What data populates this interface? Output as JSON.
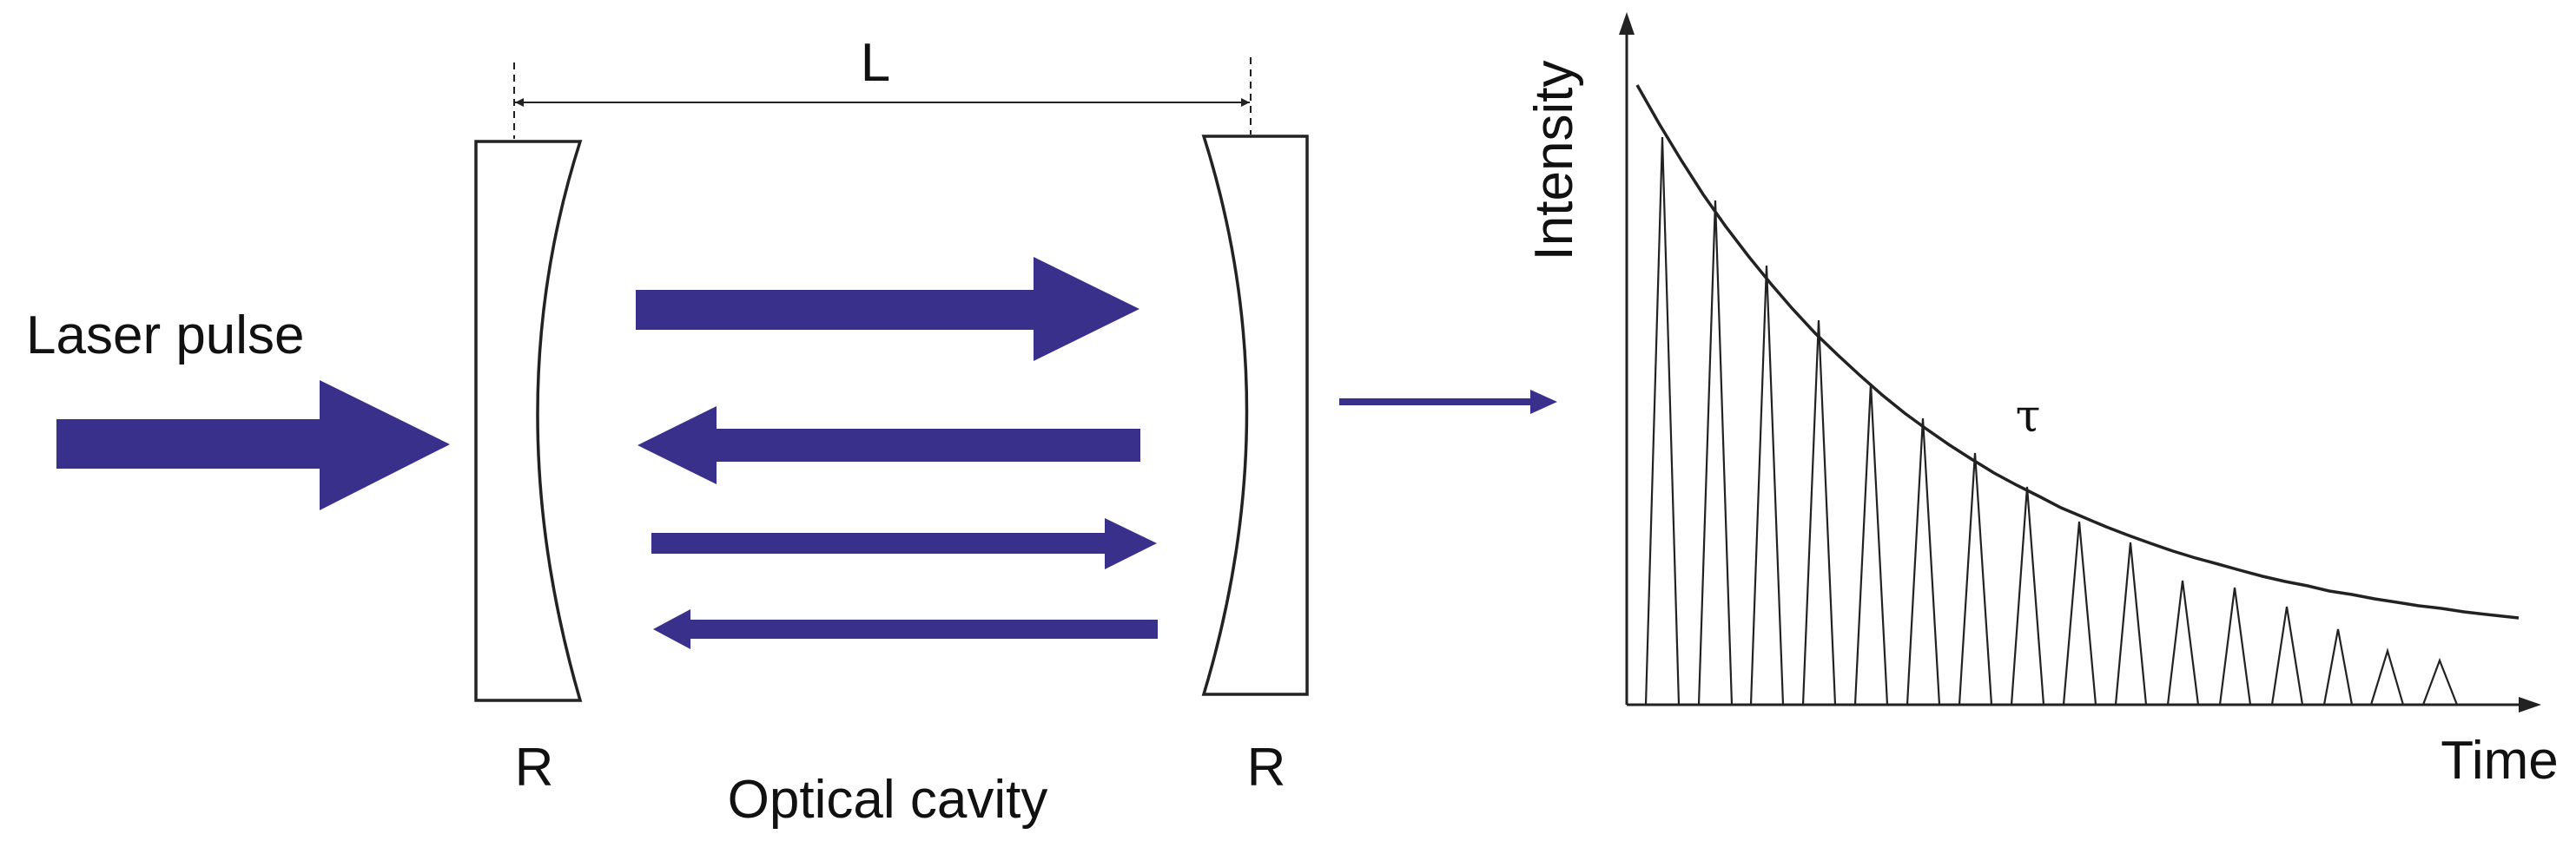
{
  "labels": {
    "laser_pulse": "Laser pulse",
    "cavity_length": "L",
    "left_mirror_reflectivity": "R",
    "right_mirror_reflectivity": "R",
    "optical_cavity": "Optical cavity",
    "y_axis": "Intensity",
    "x_axis": "Time",
    "decay_constant": "τ"
  },
  "colors": {
    "beam": "#38308a",
    "line": "#222222",
    "background": "#ffffff"
  },
  "ringdown": {
    "pulse_count": 16,
    "envelope": "exponential decay"
  }
}
